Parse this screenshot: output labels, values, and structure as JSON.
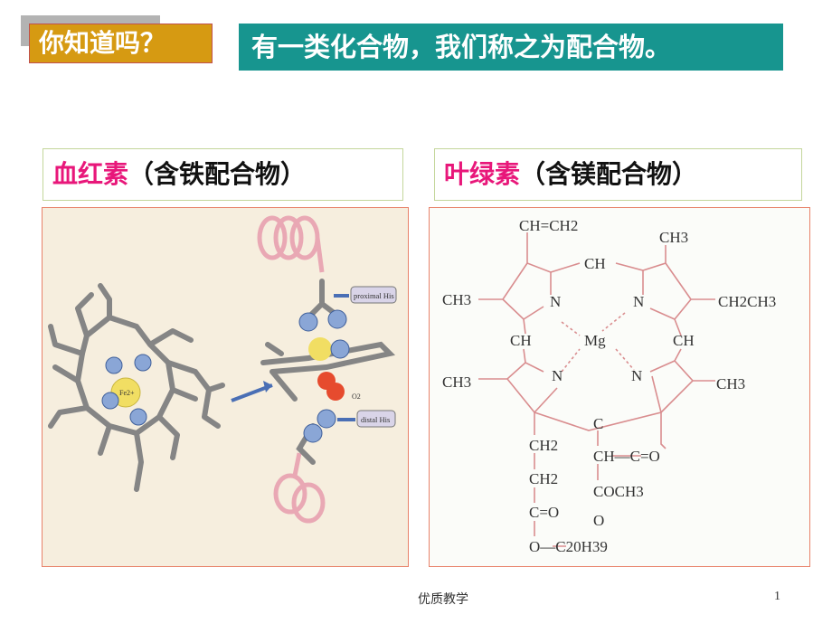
{
  "header": {
    "question": "你知道吗？",
    "intro": "有一类化合物，我们称之为配合物。"
  },
  "hemoglobin": {
    "name": "血红素",
    "desc": "（含铁配合物）",
    "labels": {
      "fe": "Fe2+",
      "proximal": "proximal His",
      "distal": "distal His",
      "o2": "O2"
    }
  },
  "chlorophyll": {
    "name": "叶绿素",
    "desc": "（含镁配合物）",
    "labels": [
      "CH=CH2",
      "CH3",
      "CH",
      "CH3",
      "N",
      "N",
      "CH2CH3",
      "CH",
      "Mg",
      "CH",
      "CH3",
      "N",
      "N",
      "CH3",
      "C",
      "CH2",
      "CH—C=O",
      "CH2",
      "COCH3",
      "C=O",
      "O",
      "O—C20H39"
    ]
  },
  "footer": {
    "text": "优质教学",
    "page": "1"
  },
  "colors": {
    "teal": "#17958f",
    "gold": "#d69a12",
    "magenta": "#e8177a",
    "bond": "#d98d8f"
  }
}
